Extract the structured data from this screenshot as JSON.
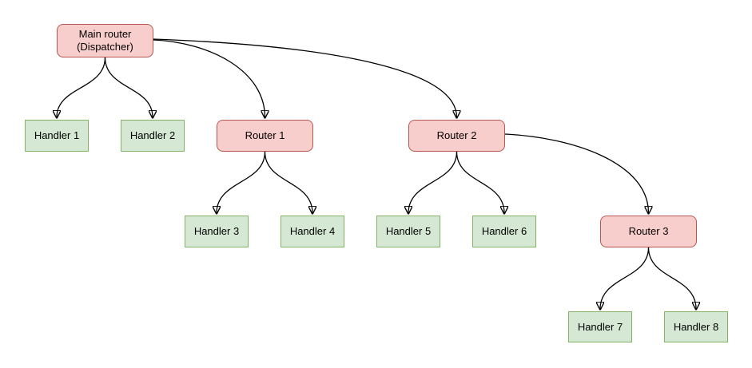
{
  "diagram": {
    "nodes": {
      "main_router": {
        "line1": "Main router",
        "line2": "(Dispatcher)",
        "type": "router"
      },
      "router_1": {
        "label": "Router 1",
        "type": "router"
      },
      "router_2": {
        "label": "Router 2",
        "type": "router"
      },
      "router_3": {
        "label": "Router 3",
        "type": "router"
      },
      "handler_1": {
        "label": "Handler 1",
        "type": "handler"
      },
      "handler_2": {
        "label": "Handler 2",
        "type": "handler"
      },
      "handler_3": {
        "label": "Handler 3",
        "type": "handler"
      },
      "handler_4": {
        "label": "Handler 4",
        "type": "handler"
      },
      "handler_5": {
        "label": "Handler 5",
        "type": "handler"
      },
      "handler_6": {
        "label": "Handler 6",
        "type": "handler"
      },
      "handler_7": {
        "label": "Handler 7",
        "type": "handler"
      },
      "handler_8": {
        "label": "Handler 8",
        "type": "handler"
      }
    },
    "edges": [
      {
        "from": "Main router (Dispatcher)",
        "to": "Handler 1"
      },
      {
        "from": "Main router (Dispatcher)",
        "to": "Handler 2"
      },
      {
        "from": "Main router (Dispatcher)",
        "to": "Router 1"
      },
      {
        "from": "Main router (Dispatcher)",
        "to": "Router 2"
      },
      {
        "from": "Router 1",
        "to": "Handler 3"
      },
      {
        "from": "Router 1",
        "to": "Handler 4"
      },
      {
        "from": "Router 2",
        "to": "Handler 5"
      },
      {
        "from": "Router 2",
        "to": "Handler 6"
      },
      {
        "from": "Router 2",
        "to": "Router 3"
      },
      {
        "from": "Router 3",
        "to": "Handler 7"
      },
      {
        "from": "Router 3",
        "to": "Handler 8"
      }
    ],
    "colors": {
      "router_fill": "#f8cecc",
      "router_border": "#b85450",
      "handler_fill": "#d5e8d4",
      "handler_border": "#82b366",
      "connector": "#000000",
      "background": "#ffffff"
    }
  }
}
